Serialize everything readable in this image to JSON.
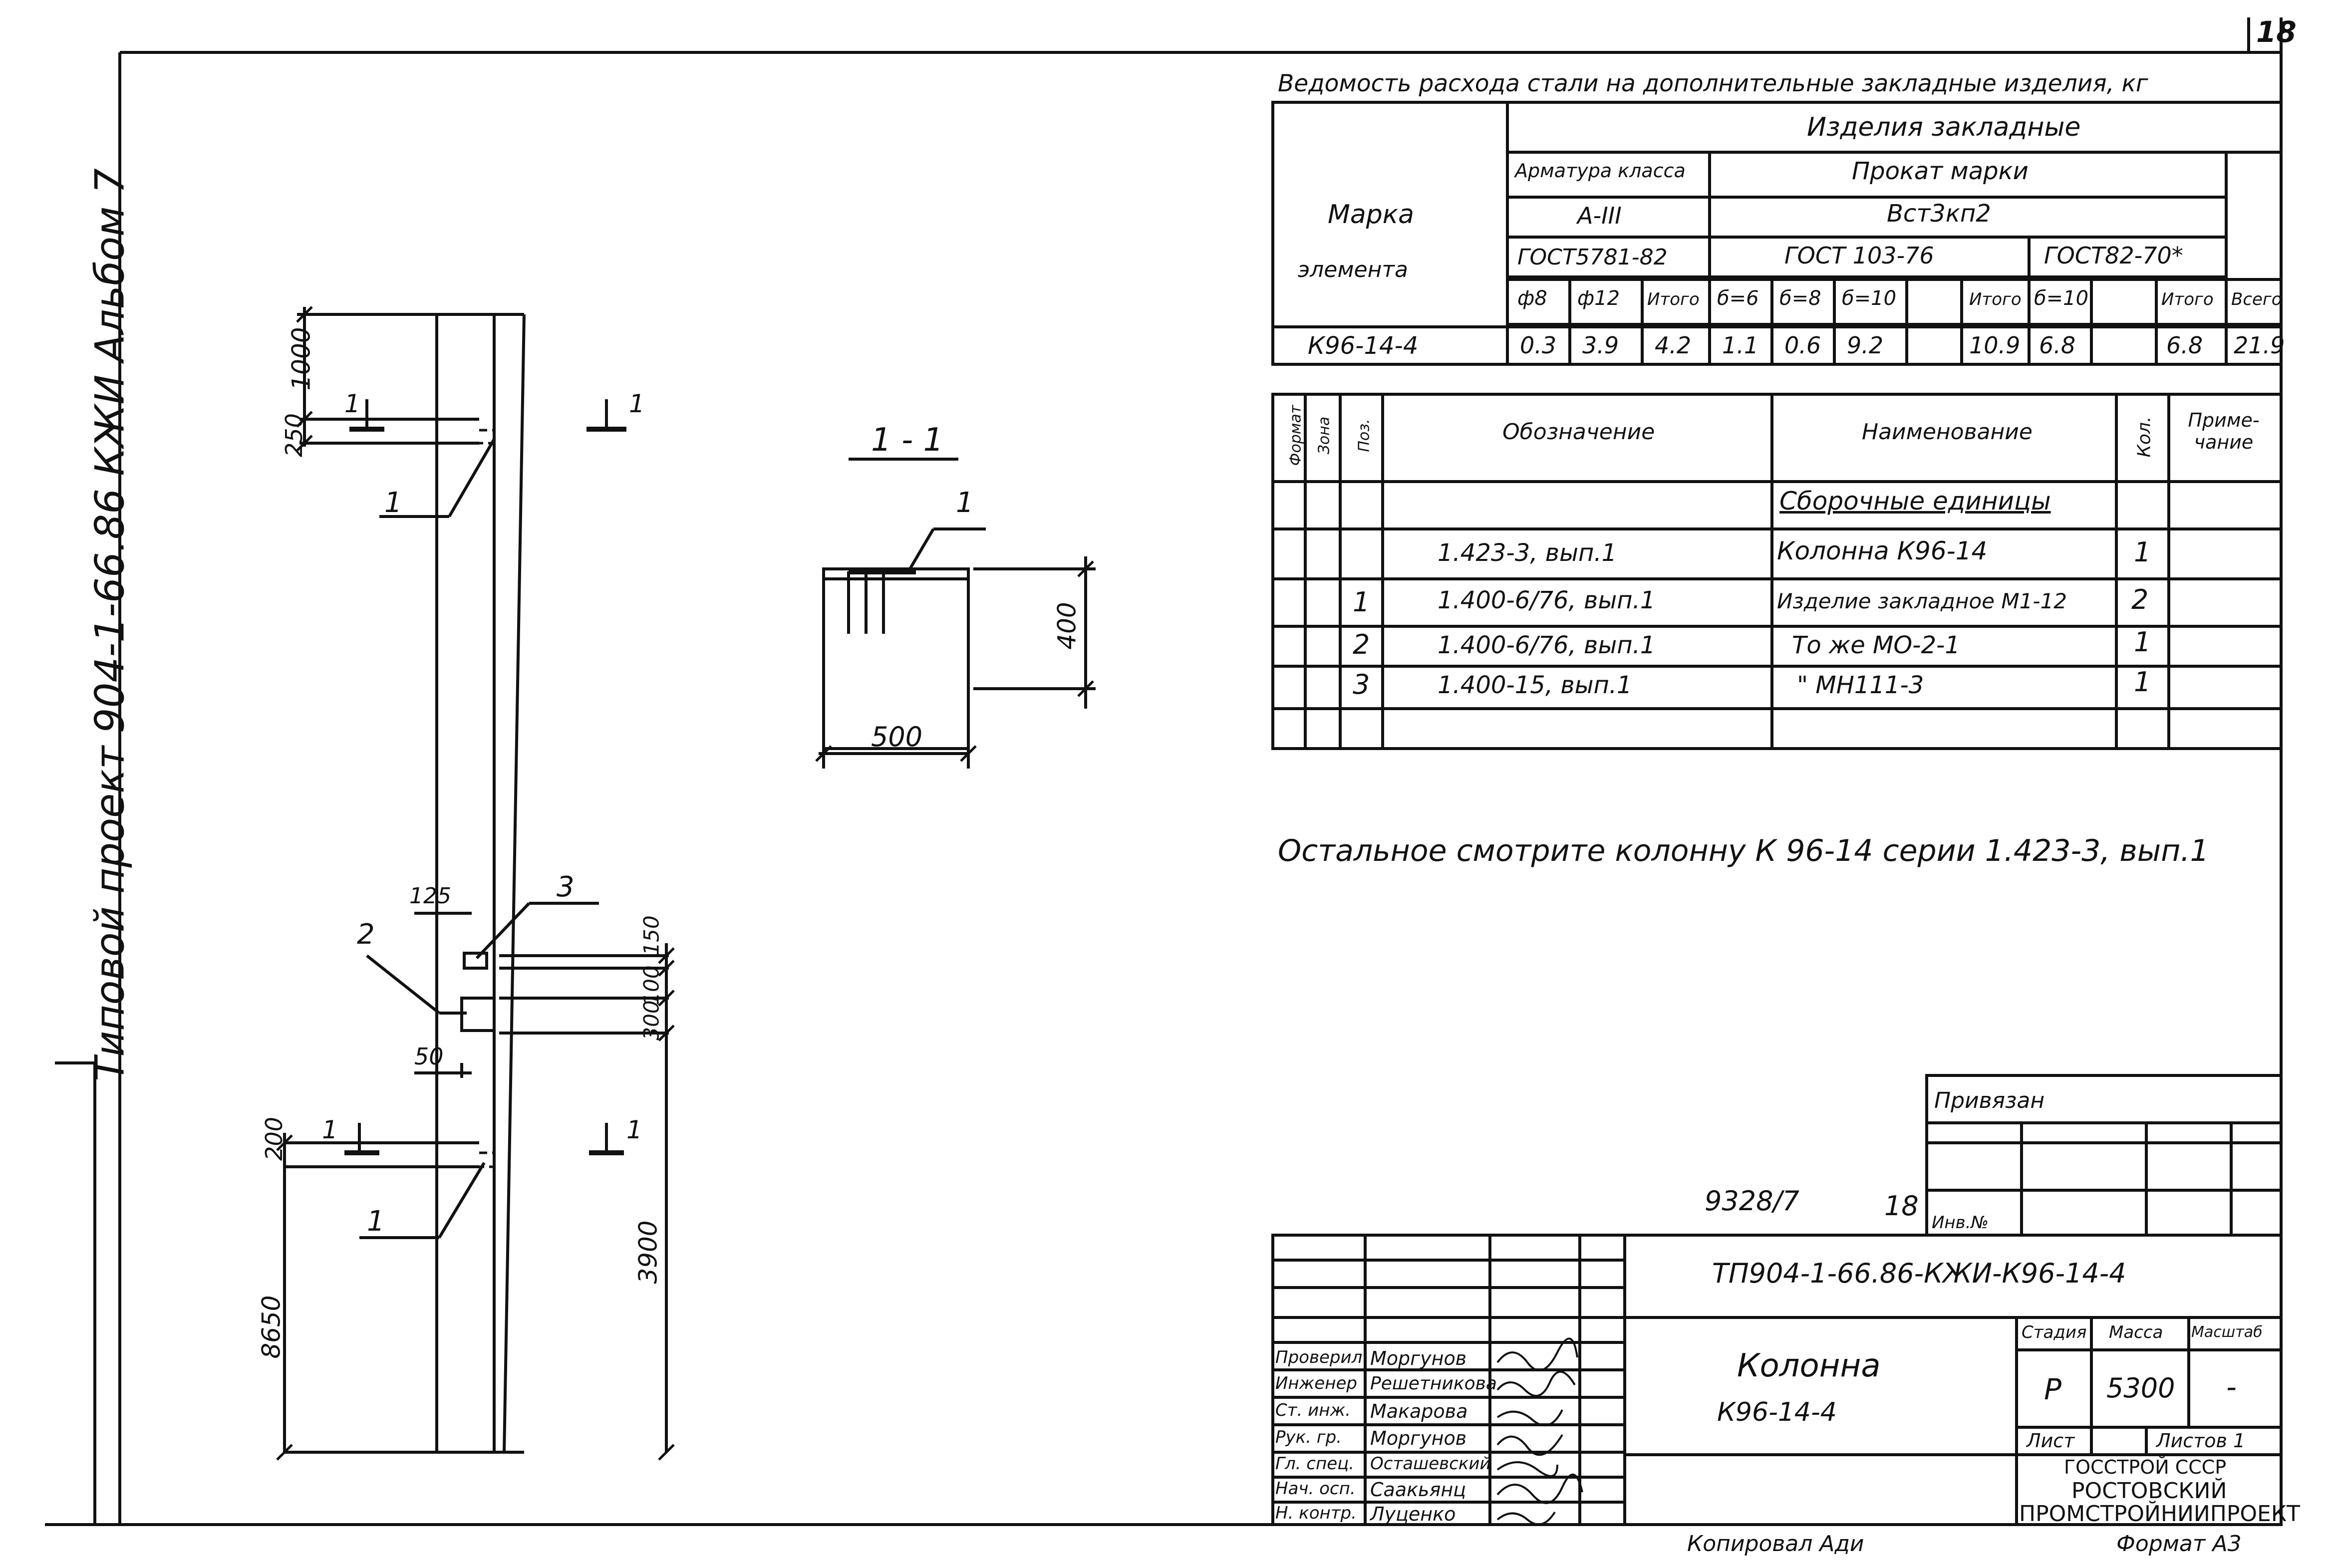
{
  "sheet": {
    "corner_number": "18",
    "side_title": "Типовой проект 904-1-66.86 КЖИ Альбом 7",
    "inventory": "9328/7",
    "inventory_sheet": "18",
    "copied": "Копировал Ади",
    "format": "Формат А3"
  },
  "drawing": {
    "section_label": "1 - 1",
    "section_cut_mark": "1",
    "callout_1": "1",
    "callout_2": "2",
    "callout_3": "3",
    "dim_1000": "1000",
    "dim_250": "250",
    "dim_125": "125",
    "dim_150": "150",
    "dim_100": "100",
    "dim_300": "300",
    "dim_50": "50",
    "dim_200": "200",
    "dim_3900": "3900",
    "dim_8650": "8650",
    "dim_400": "400",
    "dim_500": "500"
  },
  "steel_table": {
    "title": "Ведомость расхода стали на дополнительные закладные изделия, кг",
    "mark_header_1": "Марка",
    "mark_header_2": "элемента",
    "group_header": "Изделия закладные",
    "rebar_header": "Арматура класса",
    "rebar_class": "А-III",
    "rebar_gost": "ГОСТ5781-82",
    "rolled_header": "Прокат марки",
    "rolled_grade": "Вст3кп2",
    "gost_103": "ГОСТ 103-76",
    "gost_82": "ГОСТ82-70*",
    "columns": [
      "ф8",
      "ф12",
      "Итого",
      "б=6",
      "б=8",
      "б=10",
      "",
      "Итого",
      "б=10",
      "",
      "Итого",
      "Всего"
    ],
    "row": [
      "К96-14-4",
      "0.3",
      "3.9",
      "4.2",
      "1.1",
      "0.6",
      "9.2",
      "",
      "10.9",
      "6.8",
      "",
      "6.8",
      "21.9"
    ]
  },
  "spec_table": {
    "h_format": "Формат",
    "h_zone": "Зона",
    "h_pos": "Поз.",
    "h_designation": "Обозначение",
    "h_name": "Наименование",
    "h_qty": "Кол.",
    "h_note": "Приме-чание",
    "section": "Сборочные единицы",
    "rows": [
      {
        "pos": "",
        "designation": "1.423-3, вып.1",
        "name": "Колонна К96-14",
        "qty": "1"
      },
      {
        "pos": "1",
        "designation": "1.400-6/76, вып.1",
        "name": "Изделие закладное М1-12",
        "qty": "2"
      },
      {
        "pos": "2",
        "designation": "1.400-6/76, вып.1",
        "name": "То же МО-2-1",
        "qty": "1"
      },
      {
        "pos": "3",
        "designation": "1.400-15, вып.1",
        "name": "\" МН111-3",
        "qty": "1"
      }
    ]
  },
  "note": "Остальное смотрите колонну К 96-14 серии 1.423-3, вып.1",
  "tied": {
    "label": "Привязан",
    "inv_label": "Инв.№"
  },
  "title_block": {
    "code": "ТП904-1-66.86-КЖИ-К96-14-4",
    "name_1": "Колонна",
    "name_2": "К96-14-4",
    "stage_label": "Стадия",
    "mass_label": "Масса",
    "scale_label": "Масштаб",
    "stage": "Р",
    "mass": "5300",
    "scale": "-",
    "sheet_label": "Лист",
    "sheets_label": "Листов 1",
    "org_1": "ГОССТРОЙ СССР",
    "org_2": "РОСТОВСКИЙ",
    "org_3": "ПРОМСТРОЙНИИПРОЕКТ",
    "signers": [
      {
        "role": "Проверил",
        "name": "Моргунов"
      },
      {
        "role": "Инженер",
        "name": "Решетникова"
      },
      {
        "role": "Ст. инж.",
        "name": "Макарова"
      },
      {
        "role": "Рук. гр.",
        "name": "Моргунов"
      },
      {
        "role": "Гл. спец.",
        "name": "Осташевский"
      },
      {
        "role": "Нач. осп.",
        "name": "Саакьянц"
      },
      {
        "role": "Н. контр.",
        "name": "Луценко"
      }
    ]
  }
}
